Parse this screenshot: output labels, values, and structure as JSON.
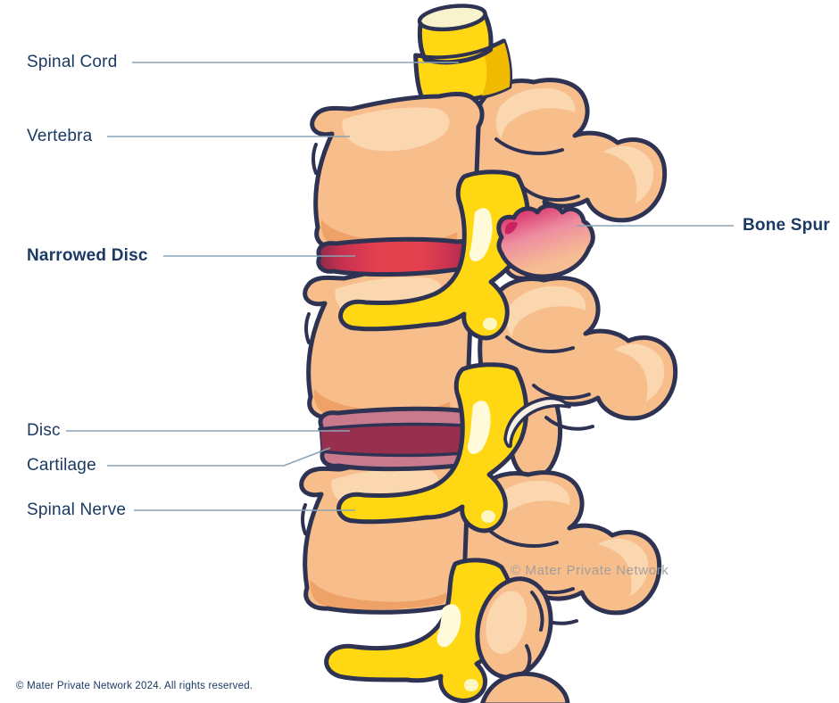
{
  "title": "Spine anatomy diagram with bone spur and narrowed disc",
  "labels": {
    "spinal_cord": "Spinal Cord",
    "vertebra": "Vertebra",
    "narrowed_disc": "Narrowed Disc",
    "bone_spur": "Bone Spur",
    "disc": "Disc",
    "cartilage": "Cartilage",
    "spinal_nerve": "Spinal Nerve"
  },
  "watermark": "© Mater Private Network",
  "footer": "© Mater Private Network 2024. All rights reserved.",
  "colors": {
    "label_text": "#1A3A63",
    "leader_line": "#8CA2B5",
    "outline_navy": "#2E3253",
    "bone_peach": "#F7BE8C",
    "bone_highlight": "#FBD7B0",
    "bone_shadow": "#EFA268",
    "nerve_yellow": "#FFD712",
    "nerve_gloss": "#FFFAD9",
    "cord_cut_surface": "#F8F3CD",
    "narrowed_disc_red": "#E4414F",
    "narrowed_disc_edge": "#8E2A4A",
    "disc_maroon": "#97304F",
    "cartilage_pink": "#C97A8C",
    "bone_spur_crimson": "#D3195B",
    "watermark_gray": "#9B9B9B",
    "background": "#FFFFFF"
  }
}
